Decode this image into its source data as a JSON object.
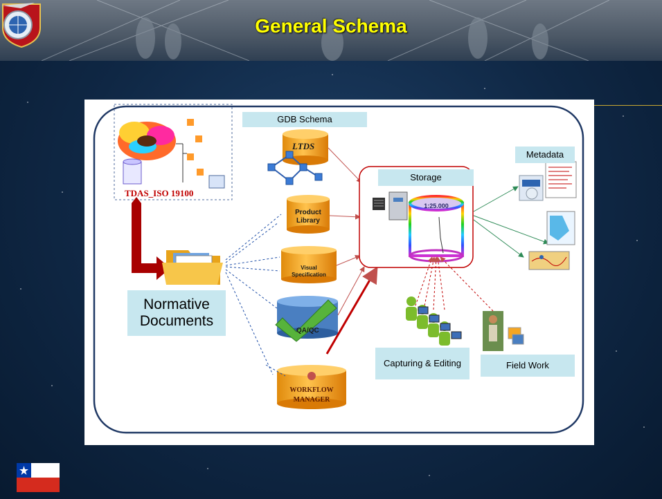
{
  "slide": {
    "title": "General Schema"
  },
  "labels": {
    "gdb_schema": "GDB Schema",
    "storage": "Storage",
    "metadata": "Metadata",
    "normative_documents": "Normative Documents",
    "capturing_editing": "Capturing & Editing",
    "field_work": "Field Work"
  },
  "diagram": {
    "tdas": "TDAS_ISO 19100",
    "ltds": "LTDS",
    "product_library": "Product Library",
    "visual_specification": "Visual Specification",
    "qa_qc": "QA/QC",
    "workflow_manager": "WORKFLOW MANAGER",
    "scale": "1:25.000"
  },
  "colors": {
    "title": "#ffff00",
    "label_bg": "#c7e7ef",
    "cylinder": "#f5a623",
    "frame": "#1f3864",
    "storage_border": "#c00000"
  }
}
